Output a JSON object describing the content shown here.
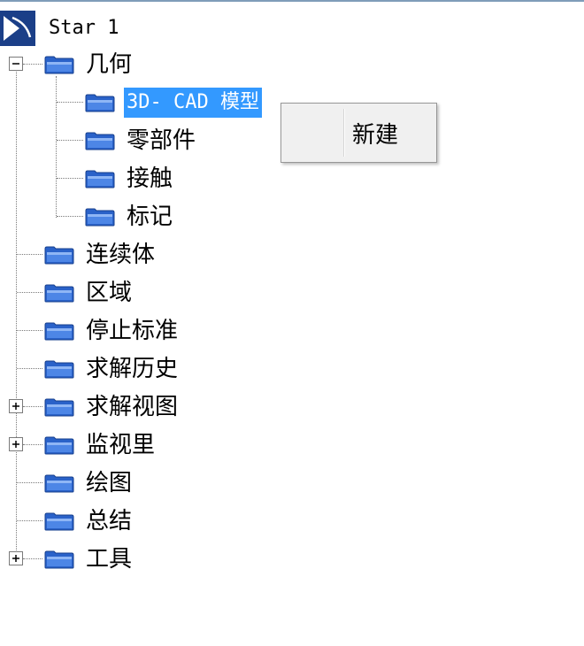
{
  "root": {
    "label": "Star 1",
    "icon": "star-ccm-logo-icon"
  },
  "tree": {
    "geometry": {
      "label": "几何",
      "expanded": true,
      "children": [
        {
          "label": "3D- CAD 模型",
          "selected": true
        },
        {
          "label": "零部件"
        },
        {
          "label": "接触"
        },
        {
          "label": "标记"
        }
      ]
    },
    "items": [
      {
        "label": "连续体",
        "expandable": false
      },
      {
        "label": "区域",
        "expandable": false
      },
      {
        "label": "停止标准",
        "expandable": false
      },
      {
        "label": "求解历史",
        "expandable": false
      },
      {
        "label": "求解视图",
        "expandable": true
      },
      {
        "label": "监视里",
        "expandable": true
      },
      {
        "label": "绘图",
        "expandable": false
      },
      {
        "label": "总结",
        "expandable": false
      },
      {
        "label": "工具",
        "expandable": true
      }
    ]
  },
  "context_menu": {
    "items": [
      {
        "label": "新建"
      }
    ]
  },
  "colors": {
    "selection": "#3399ff",
    "folder_blue": "#2a62c9",
    "tree_lines": "#7a7a7a"
  }
}
